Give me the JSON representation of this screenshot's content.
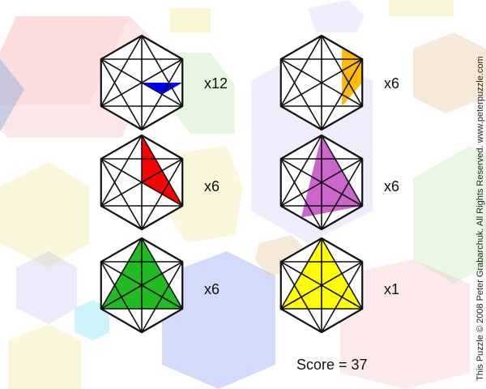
{
  "puzzle": {
    "tiles": [
      {
        "id": "blue-piece",
        "multiplier": "x12",
        "color": "#0000ff",
        "region": "small-right"
      },
      {
        "id": "orange-piece",
        "multiplier": "x6",
        "color": "#ffbb00",
        "region": "upper-right-pair"
      },
      {
        "id": "red-piece",
        "multiplier": "x6",
        "color": "#ff0000",
        "region": "diagonal-right"
      },
      {
        "id": "purple-piece",
        "multiplier": "x6",
        "color": "#cc66cc",
        "region": "center-triangle"
      },
      {
        "id": "green-piece",
        "multiplier": "x6",
        "color": "#22bb22",
        "region": "large-left"
      },
      {
        "id": "yellow-piece",
        "multiplier": "x1",
        "color": "#ffff00",
        "region": "full-triangle"
      }
    ],
    "score_text": "Score = 37",
    "copyright": "This Puzzle © 2008 Peter Grabarchuk. All Rights Reserved. www.peterpuzzle.com"
  }
}
